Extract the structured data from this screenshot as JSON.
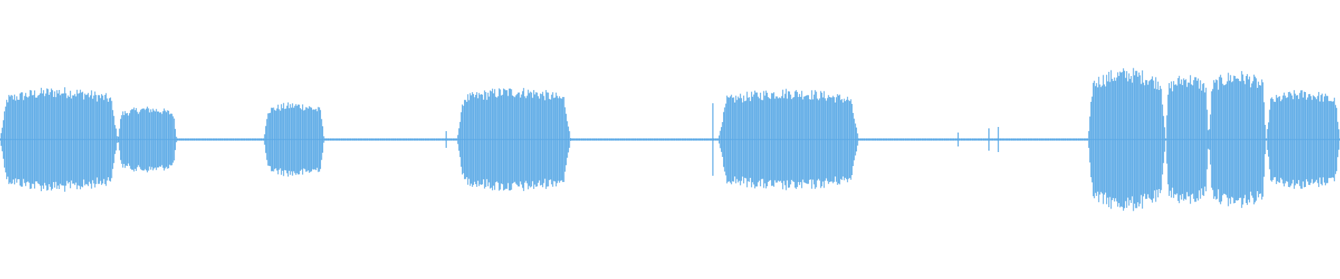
{
  "waveform": {
    "color": "#5aa9e6",
    "background": "#ffffff",
    "segments": [
      {
        "start": 0.0,
        "end": 0.088,
        "peak": 0.38
      },
      {
        "start": 0.088,
        "end": 0.132,
        "peak": 0.24
      },
      {
        "start": 0.197,
        "end": 0.242,
        "peak": 0.27
      },
      {
        "start": 0.341,
        "end": 0.426,
        "peak": 0.38
      },
      {
        "start": 0.536,
        "end": 0.641,
        "peak": 0.37
      },
      {
        "start": 0.812,
        "end": 0.87,
        "peak": 0.52
      },
      {
        "start": 0.87,
        "end": 0.902,
        "peak": 0.48
      },
      {
        "start": 0.902,
        "end": 0.945,
        "peak": 0.5
      },
      {
        "start": 0.945,
        "end": 1.0,
        "peak": 0.36
      }
    ],
    "spikes": [
      {
        "at": 0.333,
        "amp": 0.06
      },
      {
        "at": 0.532,
        "amp": 0.26
      },
      {
        "at": 0.715,
        "amp": 0.05
      },
      {
        "at": 0.738,
        "amp": 0.08
      },
      {
        "at": 0.745,
        "amp": 0.09
      }
    ],
    "silence_level": 0.008
  }
}
